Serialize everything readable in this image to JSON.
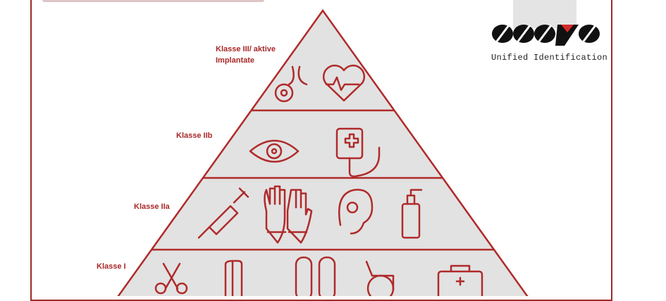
{
  "logo": {
    "brand": "COSYS",
    "tagline": "Unified Identification"
  },
  "levels": [
    {
      "label": "Klasse III/ aktive Implantate",
      "icons": [
        "breast-implant-icon",
        "heart-pulse-icon"
      ]
    },
    {
      "label": "Klasse IIb",
      "icons": [
        "eye-icon",
        "iv-bag-icon"
      ]
    },
    {
      "label": "Klasse IIa",
      "icons": [
        "syringe-icon",
        "gloves-icon",
        "hearing-aid-icon",
        "dispenser-bottle-icon"
      ]
    },
    {
      "label": "Klasse I",
      "icons": [
        "scissors-icon",
        "walker-icon",
        "bandage-icon",
        "wheelchair-icon",
        "first-aid-kit-icon"
      ]
    }
  ],
  "colors": {
    "accent": "#b02a2a",
    "fill": "#e2e2e2"
  }
}
